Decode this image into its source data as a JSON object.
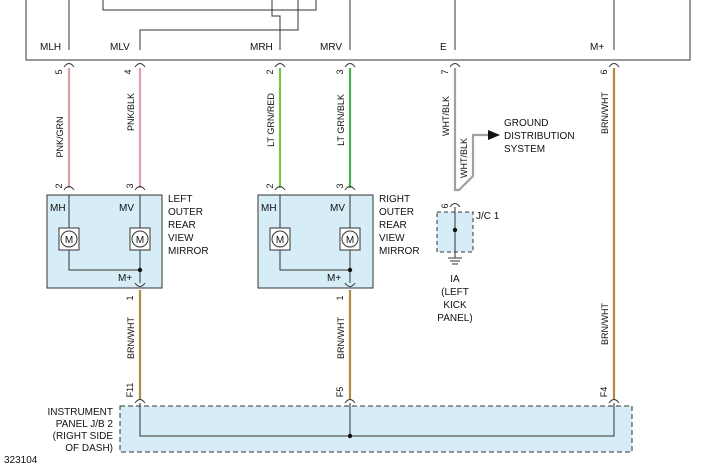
{
  "ecu_pins": {
    "mlh": {
      "name": "MLH",
      "pin": "5"
    },
    "mlv": {
      "name": "MLV",
      "pin": "4"
    },
    "mrh": {
      "name": "MRH",
      "pin": "2"
    },
    "mrv": {
      "name": "MRV",
      "pin": "3"
    },
    "e": {
      "name": "E",
      "pin": "7"
    },
    "mplus": {
      "name": "M+",
      "pin": "6"
    }
  },
  "wires": {
    "w1": {
      "label": "PNK/GRN",
      "color": "#d9a0a0"
    },
    "w2": {
      "label": "PNK/BLK",
      "color": "#d9a0b8"
    },
    "w3": {
      "label": "LT GRN/RED",
      "color": "#7cc24a"
    },
    "w4": {
      "label": "LT GRN/BLK",
      "color": "#4caf50"
    },
    "w5": {
      "label": "WHT/BLK",
      "color": "#a0a0a0"
    },
    "w5b": {
      "label": "WHT/BLK",
      "color": "#a0a0a0"
    },
    "w6": {
      "label": "BRN/WHT",
      "color": "#b08a40"
    },
    "w7": {
      "label": "BRN/WHT",
      "color": "#b08a40"
    },
    "w8": {
      "label": "BRN/WHT",
      "color": "#b08a40"
    },
    "w9": {
      "label": "BRN/WHT",
      "color": "#b08a40"
    }
  },
  "left_mirror": {
    "title_lines": [
      "LEFT",
      "OUTER",
      "REAR",
      "VIEW",
      "MIRROR"
    ],
    "mh": "MH",
    "mv": "MV",
    "mplus": "M+",
    "pin_mh": "2",
    "pin_mv": "3",
    "pin_mplus": "1",
    "motor": "M"
  },
  "right_mirror": {
    "title_lines": [
      "RIGHT",
      "OUTER",
      "REAR",
      "VIEW",
      "MIRROR"
    ],
    "mh": "MH",
    "mv": "MV",
    "mplus": "M+",
    "pin_mh": "2",
    "pin_mv": "3",
    "pin_mplus": "1",
    "motor": "M"
  },
  "ground_distribution": {
    "lines": [
      "GROUND",
      "DISTRIBUTION",
      "SYSTEM"
    ]
  },
  "junction": {
    "name": "J/C 1",
    "pin": "6"
  },
  "ground_point": {
    "lines": [
      "IA",
      "(LEFT",
      "KICK",
      "PANEL)"
    ]
  },
  "jb": {
    "lines": [
      "INSTRUMENT",
      "PANEL J/B 2",
      "(RIGHT SIDE",
      "OF DASH)"
    ],
    "pin_left": "F11",
    "pin_mid": "F5",
    "pin_right": "F4"
  },
  "diagram_id": "323104"
}
